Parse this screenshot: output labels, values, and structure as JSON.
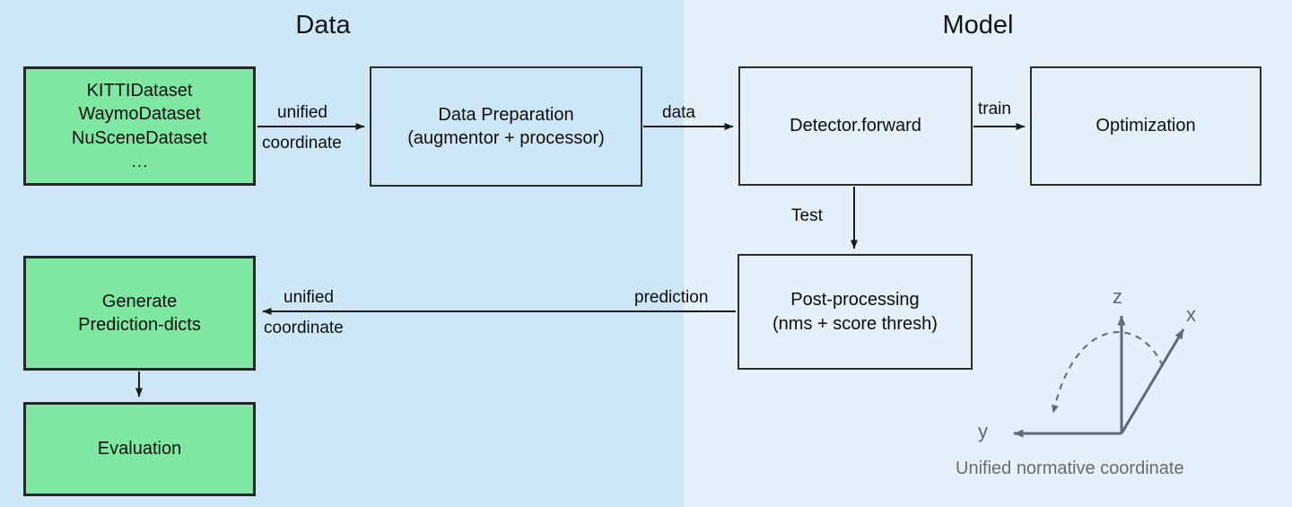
{
  "sections": {
    "data": {
      "title": "Data",
      "bg": "#cde7f7"
    },
    "model": {
      "title": "Model",
      "bg": "#e4f1fa"
    }
  },
  "colors": {
    "green_fill": "#7ee8a2",
    "green_border": "#22292b",
    "box_border": "#2b2f31",
    "arrow": "#1b1b1b",
    "axis_gray": "#5a6b72",
    "caption_gray": "#6b6b6b"
  },
  "nodes": {
    "datasets": "KITTIDataset\nWaymoDataset\nNuSceneDataset\n…",
    "data_preparation": "Data Preparation\n(augmentor + processor)",
    "detector_forward": "Detector.forward",
    "optimization": "Optimization",
    "post_processing": "Post-processing\n(nms + score thresh)",
    "generate_prediction_dicts": "Generate\nPrediction-dicts",
    "evaluation": "Evaluation"
  },
  "edges": {
    "unified_top": "unified",
    "coordinate_top": "coordinate",
    "data": "data",
    "train": "train",
    "test": "Test",
    "prediction": "prediction",
    "unified_bottom": "unified",
    "coordinate_bottom": "coordinate"
  },
  "coordinate_frame": {
    "caption": "Unified normative coordinate",
    "axis_z": "z",
    "axis_x": "x",
    "axis_y": "y"
  }
}
